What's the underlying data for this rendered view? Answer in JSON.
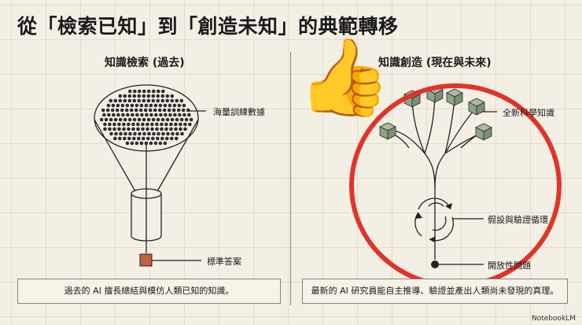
{
  "page": {
    "title": "從「檢索已知」到「創造未知」的典範轉移",
    "footer": "NotebookLM"
  },
  "left": {
    "heading": "知識檢索 (過去)",
    "label_top": "海量訓練數據",
    "label_bottom": "標準答案",
    "caption": "過去的 AI 擅長總結與模仿人類已知的知識。"
  },
  "right": {
    "heading": "知識創造 (現在與未來)",
    "label_top": "全新科學知識",
    "label_mid": "假設與驗證循環",
    "label_bottom": "開放性問題",
    "caption": "最新的 AI 研究員能自主推導、驗證並產出人類尚未發現的真理。"
  },
  "overlay": {
    "thumb_glyph": "👍",
    "circle_color": "#e0342a"
  },
  "colors": {
    "cube": "#8fa487",
    "box": "#c0603e",
    "dot": "#2e2e2e"
  }
}
